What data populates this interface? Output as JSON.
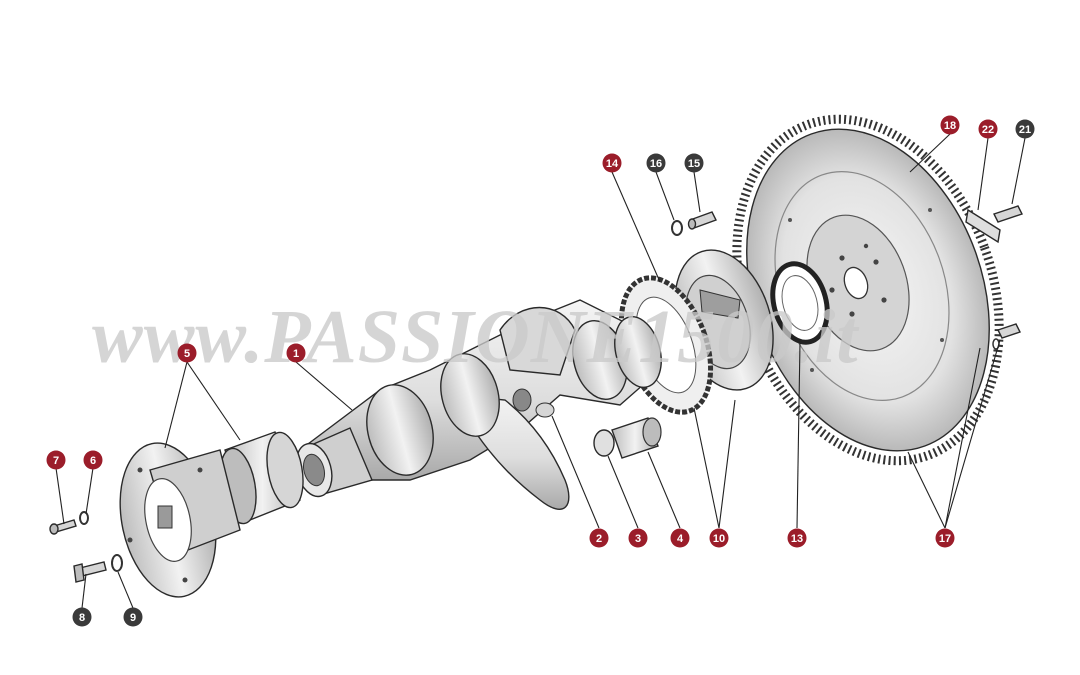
{
  "watermark": "www.PASSIONE1500.it",
  "colors": {
    "callout_red": "#9b1d2a",
    "callout_dark": "#3a3a3a",
    "leader": "#222222",
    "metal": "#e6e6e6",
    "metal_shade": "#bdbdbd"
  },
  "callouts": [
    {
      "id": "c1",
      "label": "1",
      "color": "red"
    },
    {
      "id": "c2",
      "label": "2",
      "color": "red"
    },
    {
      "id": "c3",
      "label": "3",
      "color": "red"
    },
    {
      "id": "c4",
      "label": "4",
      "color": "red"
    },
    {
      "id": "c5",
      "label": "5",
      "color": "red"
    },
    {
      "id": "c6",
      "label": "6",
      "color": "red"
    },
    {
      "id": "c7",
      "label": "7",
      "color": "red"
    },
    {
      "id": "c8",
      "label": "8",
      "color": "dark"
    },
    {
      "id": "c9",
      "label": "9",
      "color": "dark"
    },
    {
      "id": "c10",
      "label": "10",
      "color": "red"
    },
    {
      "id": "c13",
      "label": "13",
      "color": "red"
    },
    {
      "id": "c14",
      "label": "14",
      "color": "red"
    },
    {
      "id": "c15",
      "label": "15",
      "color": "dark"
    },
    {
      "id": "c16",
      "label": "16",
      "color": "dark"
    },
    {
      "id": "c17",
      "label": "17",
      "color": "red"
    },
    {
      "id": "c18",
      "label": "18",
      "color": "red"
    },
    {
      "id": "c21",
      "label": "21",
      "color": "dark"
    },
    {
      "id": "c22",
      "label": "22",
      "color": "red"
    }
  ]
}
